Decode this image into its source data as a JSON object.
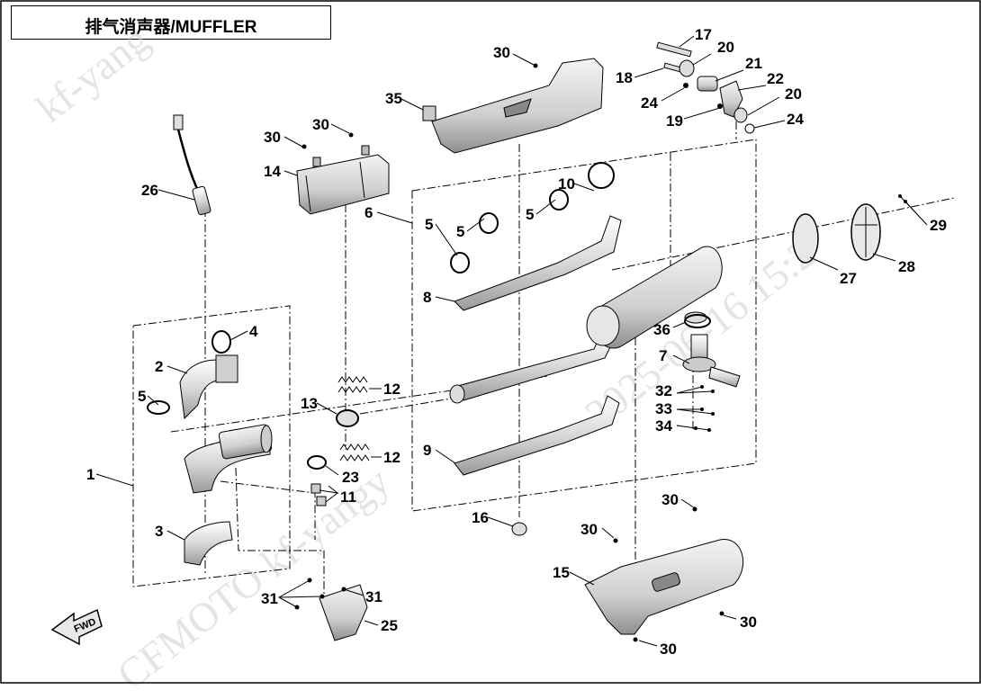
{
  "title": "排气消声器/MUFFLER",
  "direction_label": "FWD",
  "watermarks": [
    "kf-yang",
    "CFMOTO kf-yangy",
    "2025-06-16 15:2"
  ],
  "callouts": {
    "c1": "1",
    "c2": "2",
    "c3": "3",
    "c4": "4",
    "c5a": "5",
    "c5b": "5",
    "c5c": "5",
    "c5d": "5",
    "c6": "6",
    "c7": "7",
    "c8": "8",
    "c9": "9",
    "c10": "10",
    "c11": "11",
    "c12a": "12",
    "c12b": "12",
    "c13": "13",
    "c14": "14",
    "c15": "15",
    "c16": "16",
    "c17": "17",
    "c18": "18",
    "c19": "19",
    "c20a": "20",
    "c20b": "20",
    "c21": "21",
    "c22": "22",
    "c23": "23",
    "c24a": "24",
    "c24b": "24",
    "c25": "25",
    "c26": "26",
    "c27": "27",
    "c28": "28",
    "c29": "29",
    "c30a": "30",
    "c30b": "30",
    "c30c": "30",
    "c30d": "30",
    "c30e": "30",
    "c30f": "30",
    "c30g": "30",
    "c31a": "31",
    "c31b": "31",
    "c32": "32",
    "c33": "33",
    "c34": "34",
    "c35": "35",
    "c36": "36"
  }
}
